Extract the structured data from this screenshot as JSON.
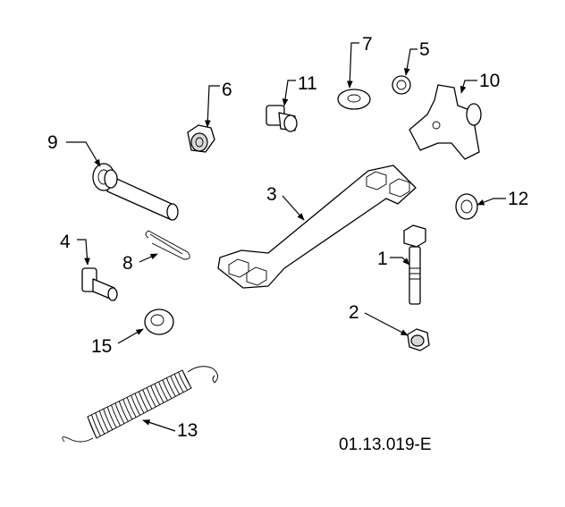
{
  "drawing_code": "01.13.019-E",
  "callouts": {
    "p1": "1",
    "p2": "2",
    "p3": "3",
    "p4": "4",
    "p5": "5",
    "p6": "6",
    "p7": "7",
    "p8": "8",
    "p9": "9",
    "p10": "10",
    "p11": "11",
    "p12": "12",
    "p13": "13",
    "p15": "15"
  }
}
